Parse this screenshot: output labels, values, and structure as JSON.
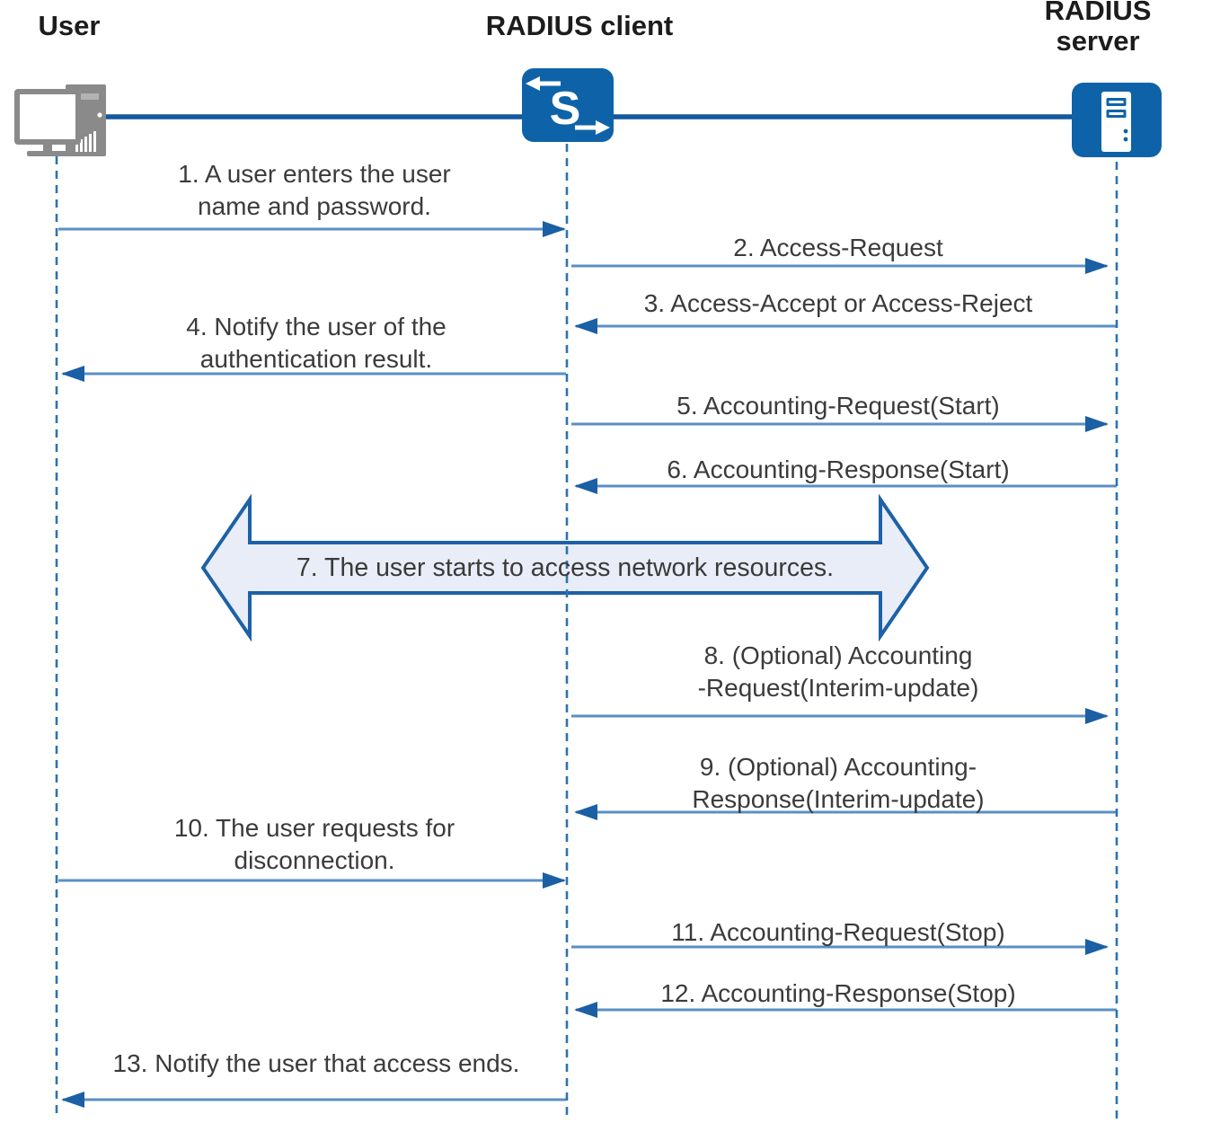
{
  "actors": {
    "user": {
      "label": "User",
      "icon": "computer-icon"
    },
    "client": {
      "label": "RADIUS client",
      "icon": "switch-icon"
    },
    "server": {
      "label": "RADIUS server",
      "icon": "server-icon"
    }
  },
  "messages": [
    {
      "label": "1. A user enters the user\nname and password.",
      "from": "User",
      "to": "RADIUS client"
    },
    {
      "label": "2. Access-Request",
      "from": "RADIUS client",
      "to": "RADIUS server"
    },
    {
      "label": "3. Access-Accept or Access-Reject",
      "from": "RADIUS server",
      "to": "RADIUS client"
    },
    {
      "label": "4. Notify the user of the\nauthentication result.",
      "from": "RADIUS client",
      "to": "User"
    },
    {
      "label": "5. Accounting-Request(Start)",
      "from": "RADIUS client",
      "to": "RADIUS server"
    },
    {
      "label": "6. Accounting-Response(Start)",
      "from": "RADIUS server",
      "to": "RADIUS client"
    },
    {
      "label": "7. The user starts to access network resources.",
      "type": "double-arrow-band"
    },
    {
      "label": "8. (Optional) Accounting\n-Request(Interim-update)",
      "from": "RADIUS client",
      "to": "RADIUS server"
    },
    {
      "label": "9. (Optional) Accounting-\nResponse(Interim-update)",
      "from": "RADIUS server",
      "to": "RADIUS client"
    },
    {
      "label": "10. The user requests for\ndisconnection.",
      "from": "User",
      "to": "RADIUS client"
    },
    {
      "label": "11. Accounting-Request(Stop)",
      "from": "RADIUS client",
      "to": "RADIUS server"
    },
    {
      "label": "12. Accounting-Response(Stop)",
      "from": "RADIUS server",
      "to": "RADIUS client"
    },
    {
      "label": "13. Notify the user that access ends.",
      "from": "RADIUS client",
      "to": "User"
    }
  ],
  "colors": {
    "icon_blue": "#0e63a8",
    "connector_blue": "#12599e",
    "message_line_blue": "#5a8fc4",
    "arrowhead_blue": "#1b5fa4",
    "lifeline_blue": "#2e72b0",
    "band_fill": "#e8edf8",
    "band_border": "#1d61a7",
    "icon_gray": "#8a8a8a",
    "text_color": "#3b3b3b"
  }
}
